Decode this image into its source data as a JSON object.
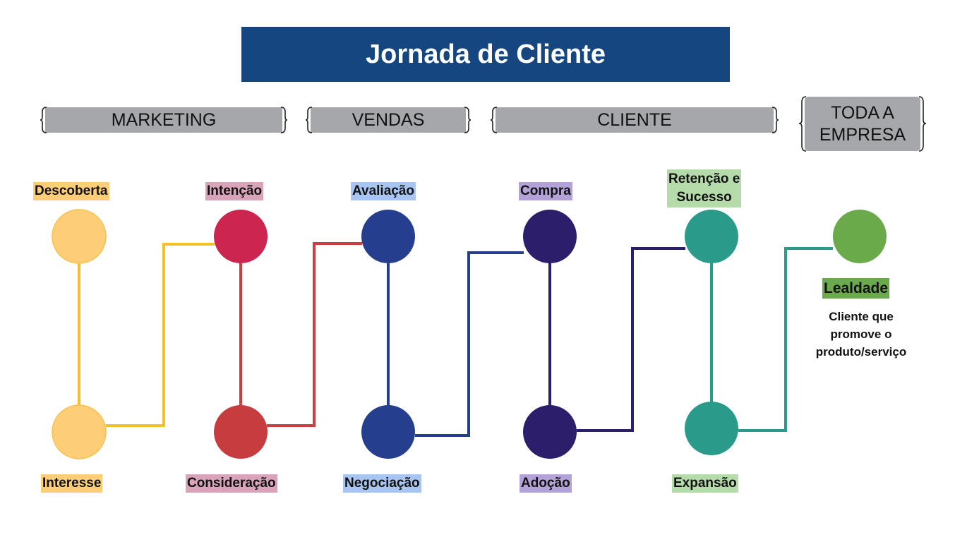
{
  "title": "Jornada de Cliente",
  "phases": {
    "marketing": "MARKETING",
    "vendas": "VENDAS",
    "cliente": "CLIENTE",
    "toda_a_empresa": [
      "TODA A",
      "EMPRESA"
    ]
  },
  "stages": {
    "descoberta": "Descoberta",
    "interesse": "Interesse",
    "intencao": "Intenção",
    "consideracao": "Consideração",
    "avaliacao": "Avaliação",
    "negociacao": "Negociação",
    "compra": "Compra",
    "adocao": "Adoção",
    "retencao": [
      "Retenção e",
      "Sucesso"
    ],
    "expansao": "Expansão",
    "lealdade": "Lealdade"
  },
  "lealdade_description": [
    "Cliente que",
    "promove o",
    "produto/serviço"
  ],
  "colors": {
    "title_bg": "#164680",
    "phase_bg": "#a6a7aa",
    "yellow": "#fecd78",
    "yellow_line": "#f4bf2a",
    "crimson": "#cb2550",
    "red": "#c73c3e",
    "red_line": "#c84040",
    "blue": "#253e8e",
    "navy": "#2d1e6c",
    "teal": "#2a9b8a",
    "green": "#6aaa4a",
    "label_yellow": "#fecd78",
    "label_pink": "#d9a3b9",
    "label_blue": "#a8c4f1",
    "label_purple": "#b3a2d8",
    "label_green": "#b6dbaa",
    "label_dark_green": "#6aaa4a"
  }
}
